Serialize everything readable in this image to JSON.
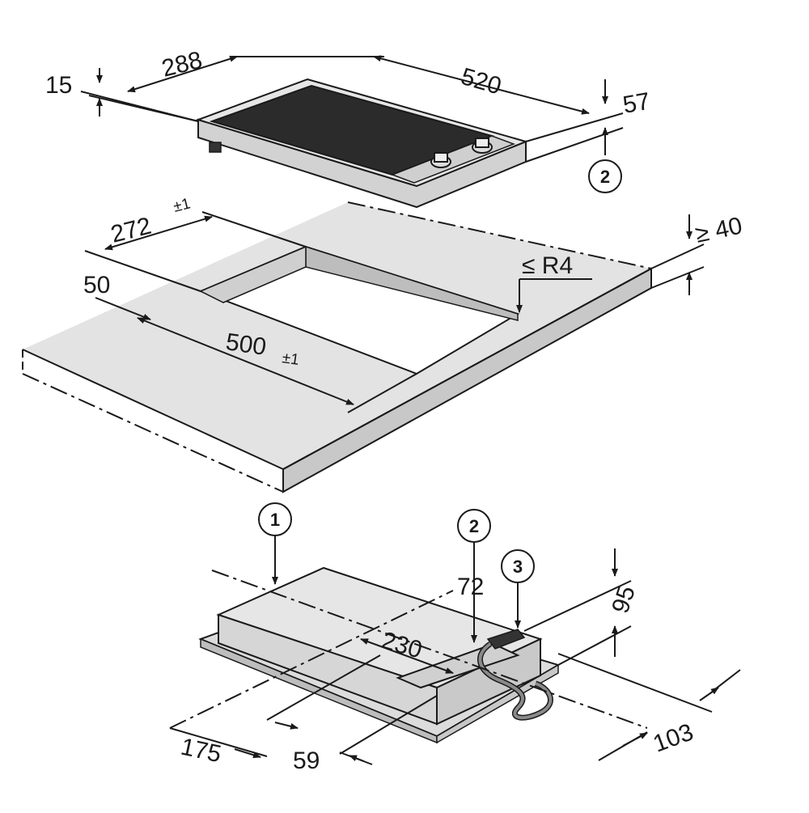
{
  "diagram": {
    "hob": {
      "dims": {
        "width": "520",
        "depth": "288",
        "rim_height": "15",
        "height": "57"
      },
      "callout": "2"
    },
    "worktop": {
      "dims": {
        "cutout_width": "500",
        "cutout_width_tol": "±1",
        "cutout_depth": "272",
        "cutout_depth_tol": "±1",
        "front_edge": "50",
        "corner_radius": "≤ R4",
        "min_thickness": "≥ 40"
      }
    },
    "underside": {
      "callouts": [
        "1",
        "2",
        "3"
      ],
      "dims": {
        "connection_height": "95",
        "height_at_2": "72",
        "width_230": "230",
        "offset_175": "175",
        "offset_59": "59",
        "depth_103": "103"
      }
    },
    "colors": {
      "line": "#1a1a1a",
      "surface_light": "#e3e3e3",
      "surface_mid": "#c8c8c8",
      "glass": "#2b2b2b",
      "cable": "#8a8a8a"
    }
  }
}
